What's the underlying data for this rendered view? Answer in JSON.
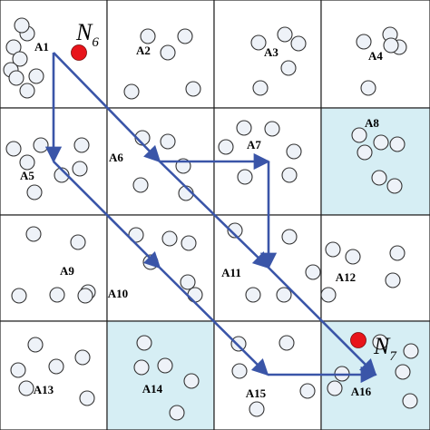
{
  "colors": {
    "grid_line": "#222222",
    "highlight_fill": "#d6eef4",
    "dot_fill": "#eef2f8",
    "dot_stroke": "#333333",
    "node_fill": "#e8141b",
    "arrow": "#3a55a8"
  },
  "cells": [
    {
      "label": "A1",
      "highlighted": false
    },
    {
      "label": "A2",
      "highlighted": false
    },
    {
      "label": "A3",
      "highlighted": false
    },
    {
      "label": "A4",
      "highlighted": false
    },
    {
      "label": "A5",
      "highlighted": false
    },
    {
      "label": "A6",
      "highlighted": false
    },
    {
      "label": "A7",
      "highlighted": false
    },
    {
      "label": "A8",
      "highlighted": true
    },
    {
      "label": "A9",
      "highlighted": false
    },
    {
      "label": "A10",
      "highlighted": false
    },
    {
      "label": "A11",
      "highlighted": false
    },
    {
      "label": "A12",
      "highlighted": false
    },
    {
      "label": "A13",
      "highlighted": false
    },
    {
      "label": "A14",
      "highlighted": true
    },
    {
      "label": "A15",
      "highlighted": false
    },
    {
      "label": "A16",
      "highlighted": true
    }
  ],
  "nodes": [
    {
      "symbol": "N",
      "subscript": "6"
    },
    {
      "symbol": "N",
      "subscript": "7"
    }
  ],
  "paths": [
    [
      "A1",
      "A6",
      "A11",
      "A16"
    ],
    [
      "A1",
      "A5",
      "A10",
      "A15",
      "A16"
    ],
    [
      "A6",
      "A7",
      "A11"
    ]
  ]
}
